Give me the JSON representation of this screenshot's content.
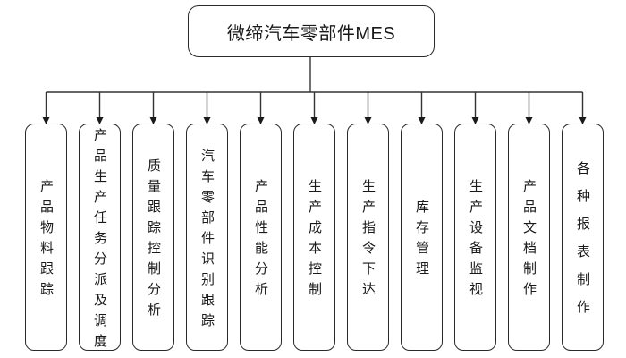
{
  "title": {
    "label": "微缔汽车零部件MES"
  },
  "modules": [
    {
      "label": "产品物料跟踪"
    },
    {
      "label": "产品生产任务分派及调度"
    },
    {
      "label": "质量跟踪控制分析"
    },
    {
      "label": "汽车零部件识别跟踪"
    },
    {
      "label": "产品性能分析"
    },
    {
      "label": "生产成本控制"
    },
    {
      "label": "生产指令下达"
    },
    {
      "label": "库存管理"
    },
    {
      "label": "生产设备监视"
    },
    {
      "label": "产品文档制作"
    },
    {
      "label": "各种报表制作"
    }
  ],
  "colors": {
    "line": "#333333",
    "arrow": "#1a1a1a",
    "box_border": "#2a2a2a",
    "text": "#1a1a1a",
    "background": "#ffffff"
  }
}
